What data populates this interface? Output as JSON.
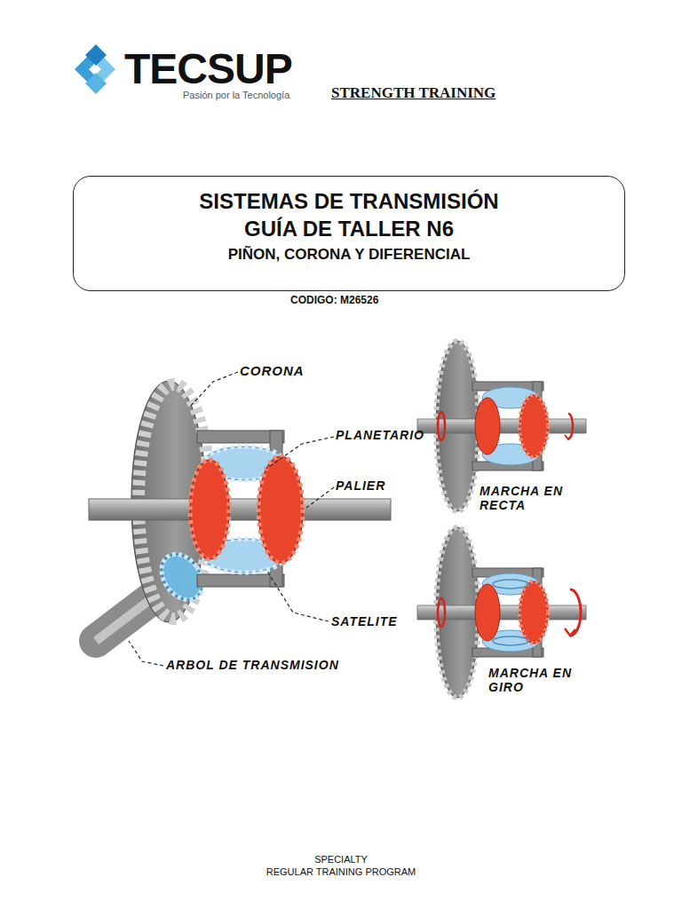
{
  "diagram": {
    "nodes": [
      {
        "text": [
          "SISTEMAS DE TRANSMISIÓN",
          "GUÍA DE TALLER N6",
          "PIÑON, CORONA Y DIFERENCIAL"
        ]
      }
    ],
    "labels": [
      "TECSUP",
      "Pasión por la Tecnología",
      "STRENGTH TRAINING",
      "CODIGO: M26526",
      "CORONA",
      "PLANETARIO",
      "PALIER",
      "SATELITE",
      "ARBOL DE TRANSMISION",
      "MARCHA EN RECTA",
      "MARCHA EN GIRO",
      "SPECIALTY",
      "REGULAR TRAINING PROGRAM"
    ]
  }
}
